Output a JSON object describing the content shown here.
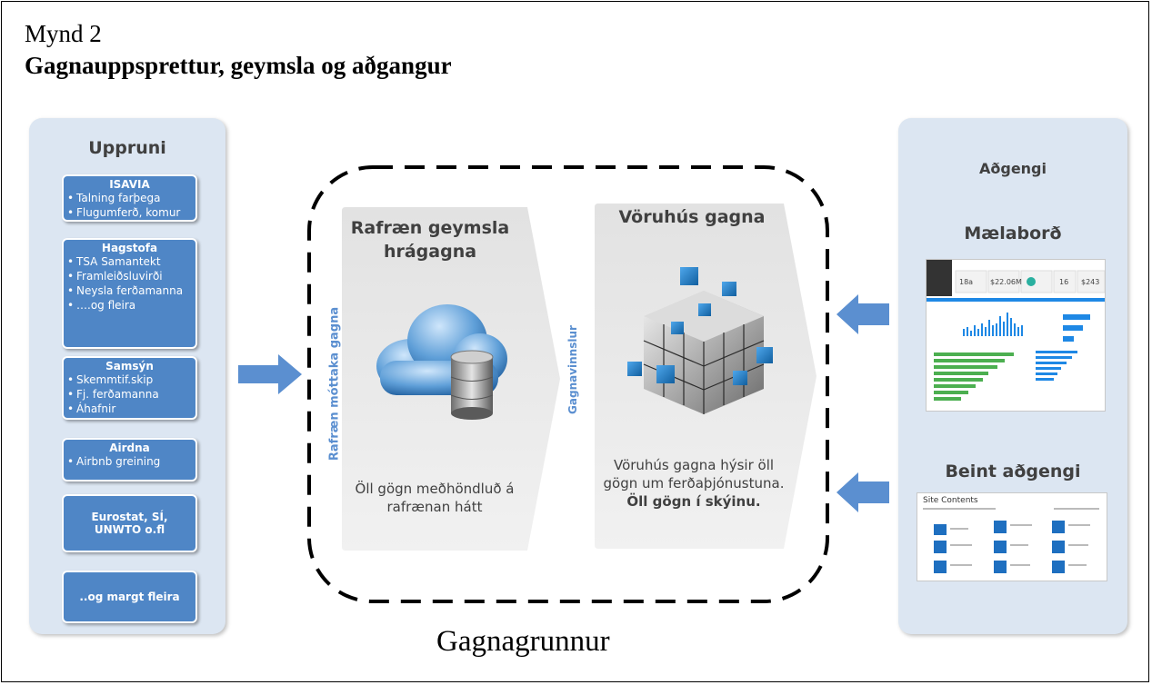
{
  "figure": {
    "number": "Mynd 2",
    "title": "Gagnauppsprettur, geymsla og aðgangur"
  },
  "left_panel": {
    "heading": "Uppruni",
    "sources": [
      {
        "title": "ISAVIA",
        "items": [
          "Talning farþega",
          "Flugumferð, komur"
        ]
      },
      {
        "title": "Hagstofa",
        "items": [
          "TSA Samantekt",
          "Framleiðsluvirði",
          "Neysla ferðamanna",
          "….og fleira"
        ]
      },
      {
        "title": "Samsýn",
        "items": [
          "Skemmtif.skip",
          "Fj. ferðamanna",
          "Áhafnir"
        ]
      },
      {
        "title": "Airdna",
        "items": [
          "Airbnb greining"
        ]
      },
      {
        "title": "Eurostat, SÍ, UNWTO o.fl",
        "items": []
      },
      {
        "title": "..og margt fleira",
        "items": []
      }
    ]
  },
  "center": {
    "intake_label": "Rafræn móttaka gagna",
    "processing_label": "Gagnavinnslur",
    "storage": {
      "title": "Rafræn geymsla hrágagna",
      "footer": "Öll gögn meðhöndluð á rafrænan hátt"
    },
    "warehouse": {
      "title": "Vöruhús gagna",
      "footer": "Vöruhús gagna hýsir öll gögn um ferðaþjónustuna.",
      "footer_bold": "Öll gögn í skýinu."
    },
    "database_label": "Gagnagrunnur"
  },
  "right_panel": {
    "heading": "Aðgengi",
    "dashboard_label": "Mælaborð",
    "direct_label": "Beint aðgengi",
    "dashboard_kpis": [
      "18a",
      "$22.06M",
      "16",
      "$243"
    ],
    "site_contents_title": "Site Contents"
  },
  "colors": {
    "panel_bg": "#dce6f2",
    "box_blue": "#4f86c6",
    "arrow_blue": "#5b8fd0",
    "label_blue": "#5b8fd0"
  }
}
